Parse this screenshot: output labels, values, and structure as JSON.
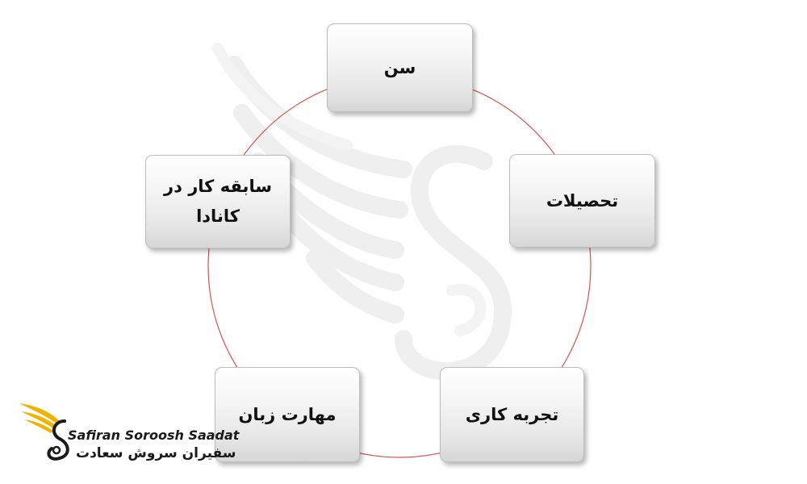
{
  "diagram": {
    "nodes": [
      {
        "id": "age",
        "label": "سن"
      },
      {
        "id": "education",
        "label": "تحصیلات"
      },
      {
        "id": "work_experience",
        "label": "تجربه کاری"
      },
      {
        "id": "language_skills",
        "label": "مهارت زبان"
      },
      {
        "id": "canada_work_experience",
        "label": "سابقه کار در\nکانادا"
      }
    ],
    "connector": "circle",
    "colors": {
      "ring": "#d9544f",
      "node_fill_top": "#ffffff",
      "node_fill_bottom": "#d6d6d6",
      "node_border": "#bdbdbd",
      "text": "#111111",
      "logo_gold": "#f0b400"
    }
  },
  "logo": {
    "name_en": "Safiran Soroosh Saadat",
    "name_fa": "سفیران سروش سعادت"
  }
}
